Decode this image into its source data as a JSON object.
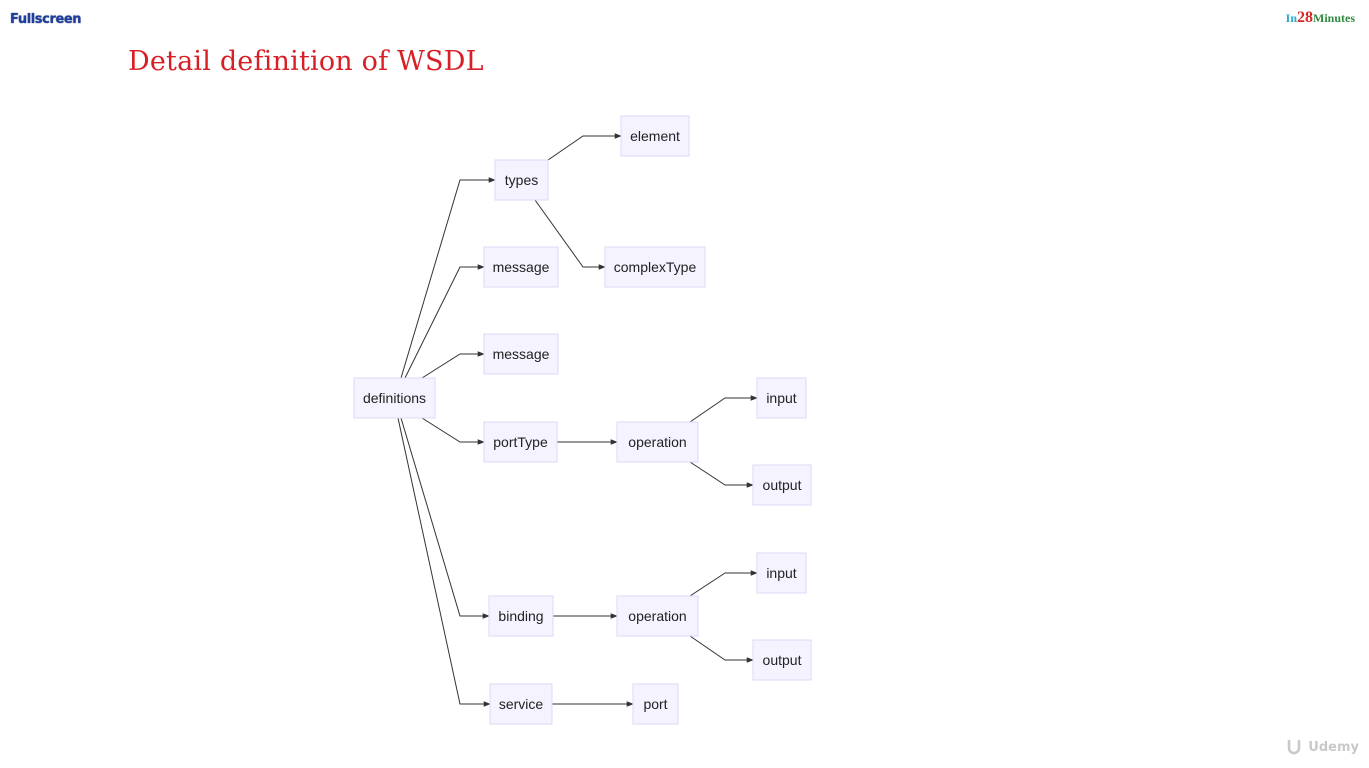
{
  "header": {
    "fullscreen_label": "Fullscreen",
    "brand": {
      "prefix": "In",
      "number": "28",
      "suffix": "Minutes"
    },
    "title": "Detail definition of WSDL"
  },
  "diagram": {
    "nodes": [
      {
        "id": "definitions",
        "label": "definitions"
      },
      {
        "id": "types",
        "label": "types"
      },
      {
        "id": "element",
        "label": "element"
      },
      {
        "id": "complexType",
        "label": "complexType"
      },
      {
        "id": "message1",
        "label": "message"
      },
      {
        "id": "message2",
        "label": "message"
      },
      {
        "id": "portType",
        "label": "portType"
      },
      {
        "id": "operation1",
        "label": "operation"
      },
      {
        "id": "input1",
        "label": "input"
      },
      {
        "id": "output1",
        "label": "output"
      },
      {
        "id": "binding",
        "label": "binding"
      },
      {
        "id": "operation2",
        "label": "operation"
      },
      {
        "id": "input2",
        "label": "input"
      },
      {
        "id": "output2",
        "label": "output"
      },
      {
        "id": "service",
        "label": "service"
      },
      {
        "id": "port",
        "label": "port"
      }
    ],
    "edges": [
      {
        "from": "definitions",
        "to": "types"
      },
      {
        "from": "definitions",
        "to": "message1"
      },
      {
        "from": "definitions",
        "to": "message2"
      },
      {
        "from": "definitions",
        "to": "portType"
      },
      {
        "from": "definitions",
        "to": "binding"
      },
      {
        "from": "definitions",
        "to": "service"
      },
      {
        "from": "types",
        "to": "element"
      },
      {
        "from": "types",
        "to": "complexType"
      },
      {
        "from": "portType",
        "to": "operation1"
      },
      {
        "from": "operation1",
        "to": "input1"
      },
      {
        "from": "operation1",
        "to": "output1"
      },
      {
        "from": "binding",
        "to": "operation2"
      },
      {
        "from": "operation2",
        "to": "input2"
      },
      {
        "from": "operation2",
        "to": "output2"
      },
      {
        "from": "service",
        "to": "port"
      }
    ]
  },
  "watermark": {
    "label": "Udemy",
    "icon": "udemy-logo-icon"
  }
}
